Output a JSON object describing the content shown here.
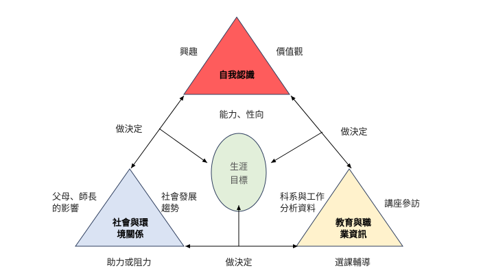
{
  "nodes": {
    "self": {
      "label": "自我認識",
      "color": "#fe5c5c"
    },
    "social": {
      "label_line1": "社會與環",
      "label_line2": "境關係",
      "color": "#dae3f3"
    },
    "education": {
      "label_line1": "教育與職",
      "label_line2": "業資訊",
      "color": "#fff2cc"
    },
    "goal": {
      "label_line1": "生涯",
      "label_line2": "目標",
      "color": "#e2efda"
    }
  },
  "labels": {
    "interest": "興趣",
    "values": "價值觀",
    "ability": "能力、性向",
    "decide_left": "做決定",
    "decide_right": "做決定",
    "decide_bottom": "做決定",
    "parents_line1": "父母、師長",
    "parents_line2": "的影響",
    "trend_line1": "社會發展",
    "trend_line2": "趨勢",
    "major_line1": "科系與工作",
    "major_line2": "分析資料",
    "lecture": "講座參訪",
    "help": "助力或阻力",
    "course": "選課輔導"
  }
}
